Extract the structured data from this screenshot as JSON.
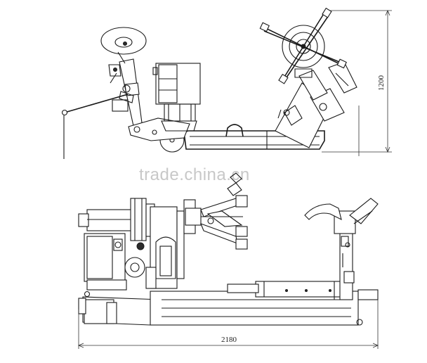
{
  "dimensions": {
    "height": "1200",
    "width": "2180"
  },
  "watermark": "trade.china.cn",
  "colors": {
    "line": "#1a1a1a",
    "watermark": "#c8c8c8",
    "background": "#ffffff"
  }
}
